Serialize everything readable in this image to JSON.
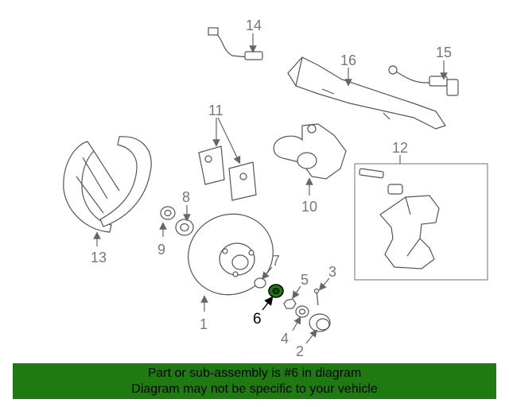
{
  "callouts": {
    "c1": "1",
    "c2": "2",
    "c3": "3",
    "c4": "4",
    "c5": "5",
    "c6": "6",
    "c7": "7",
    "c8": "8",
    "c9": "9",
    "c10": "10",
    "c11": "11",
    "c12": "12",
    "c13": "13",
    "c14": "14",
    "c15": "15",
    "c16": "16"
  },
  "highlight": {
    "part_number": "6",
    "color": "#1f7a12"
  },
  "banner": {
    "line1": "Part or sub-assembly is #6 in diagram",
    "line2": "Diagram may not be specific to your vehicle",
    "background": "#1f7a12"
  }
}
